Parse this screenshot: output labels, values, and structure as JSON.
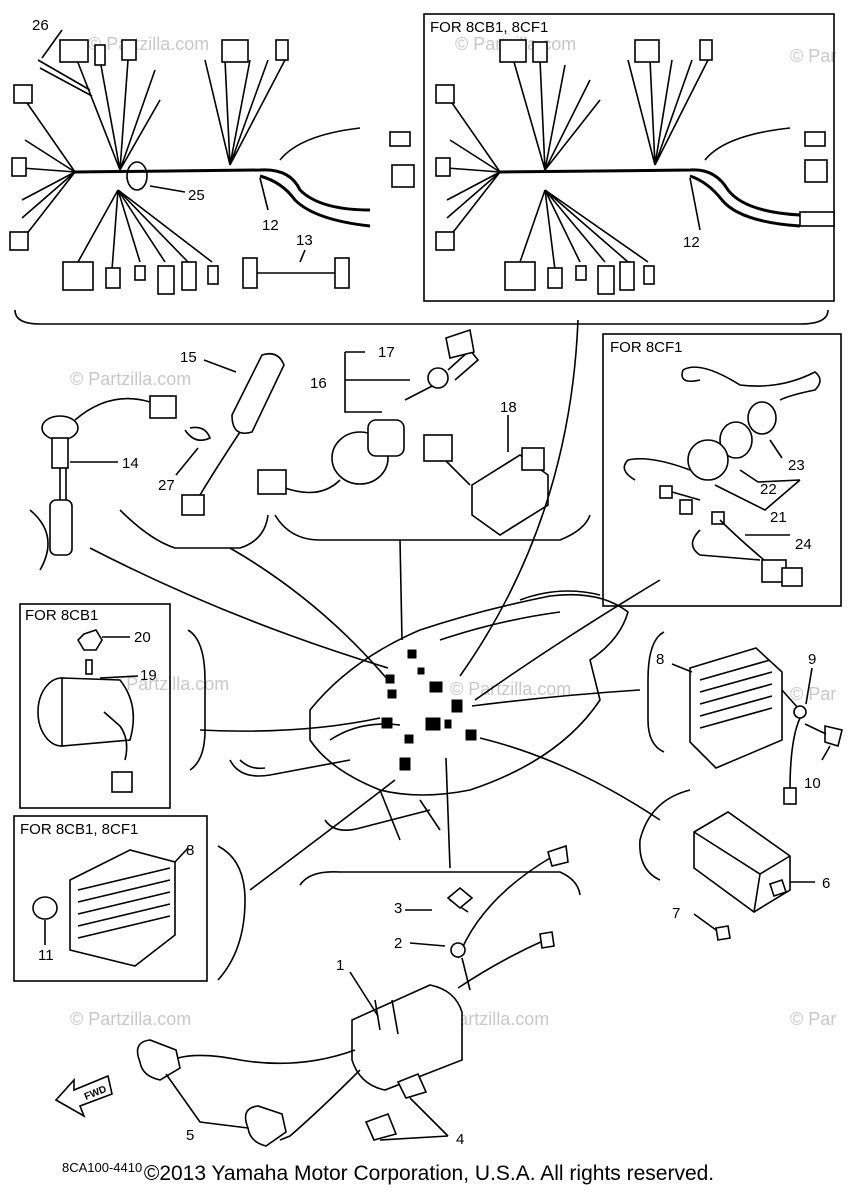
{
  "diagram_code": "8CA100-4410",
  "copyright": "©2013 Yamaha Motor Corporation, U.S.A. All rights reserved.",
  "watermark": "© Partzilla.com",
  "watermark_short": "© Par",
  "panels": {
    "harness_variant": "FOR 8CB1, 8CF1",
    "key_switch_variant": "FOR 8CF1",
    "starter_variant": "FOR 8CB1",
    "rectifier_variant": "FOR 8CB1, 8CF1"
  },
  "fwd_label": "FWD",
  "callouts": [
    "1",
    "2",
    "3",
    "4",
    "5",
    "6",
    "7",
    "8",
    "9",
    "10",
    "11",
    "12",
    "13",
    "14",
    "15",
    "16",
    "17",
    "18",
    "19",
    "20",
    "21",
    "22",
    "23",
    "24",
    "25",
    "26",
    "27"
  ]
}
